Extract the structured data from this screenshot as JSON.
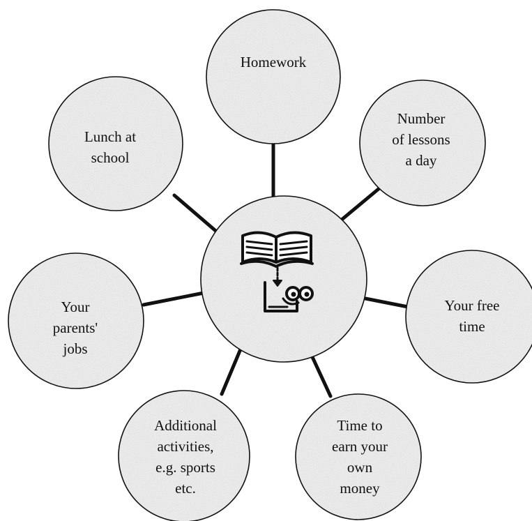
{
  "center": {
    "icon": "book-and-thinking-face-icon"
  },
  "topics": [
    {
      "id": "homework",
      "label": "Homework"
    },
    {
      "id": "lessons",
      "label": "Number\nof lessons\na day"
    },
    {
      "id": "free-time",
      "label": "Your free\ntime"
    },
    {
      "id": "earn-money",
      "label": "Time to\nearn your\nown\nmoney"
    },
    {
      "id": "additional",
      "label": "Additional\nactivities,\ne.g. sports\netc."
    },
    {
      "id": "parents",
      "label": "Your\nparents'\njobs"
    },
    {
      "id": "lunch",
      "label": "Lunch at\nschool"
    }
  ],
  "colors": {
    "bubble_fill": "#e6e6e6",
    "stroke": "#111111"
  }
}
